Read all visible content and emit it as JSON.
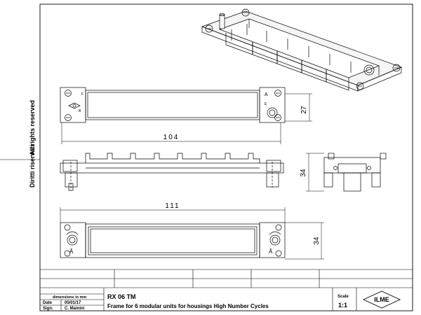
{
  "rights": {
    "left_text": "Diritti riservati",
    "right_text": "All rights reserved"
  },
  "dimensions": {
    "top_width": "104",
    "top_height": "27",
    "side_height": "34",
    "bottom_width": "111",
    "bottom_height": "34"
  },
  "markers": {
    "f_label": "F",
    "a_label": "A",
    "b_label": "B",
    "e_label": "E",
    "arrow_mark": "Å"
  },
  "title_block": {
    "units_label": "dimensions in mm",
    "date_label": "Date",
    "date_value": "05/01/17",
    "sign_label": "Sign.",
    "sign_value": "C. Mainini",
    "code": "RX 06 TM",
    "description": "Frame for 6 modular units for housings High Number Cycles",
    "scale_label": "Scale",
    "scale_value": "1:1",
    "logo_text": "ILME"
  }
}
